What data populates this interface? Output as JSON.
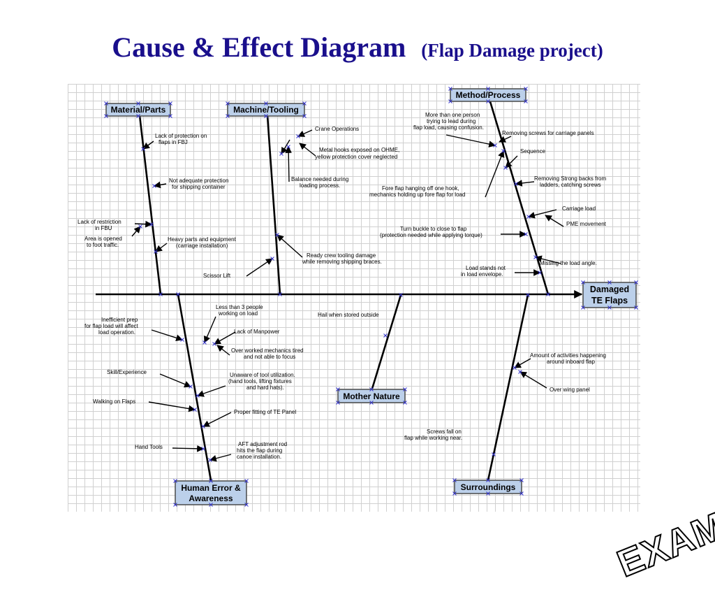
{
  "title": {
    "main": "Cause & Effect Diagram",
    "sub": "(Flap Damage project)"
  },
  "effect": [
    "Damaged",
    "TE Flaps"
  ],
  "categories": {
    "material": [
      "Material/Parts"
    ],
    "machine": [
      "Machine/Tooling"
    ],
    "method": [
      "Method/Process"
    ],
    "human": [
      "Human Error &",
      "Awareness"
    ],
    "nature": [
      "Mother Nature"
    ],
    "surroundings": [
      "Surroundings"
    ]
  },
  "causes": {
    "m1": [
      "Lack of protection on",
      "flaps in FBJ"
    ],
    "m2": [
      "Not adequate protection",
      "for shipping container"
    ],
    "m3": [
      "Lack of restriction",
      "in FBU"
    ],
    "m4": [
      "Area is opened",
      "to foot traffic."
    ],
    "m5": [
      "Heavy parts and equipment",
      "(carriage installation)"
    ],
    "t1": [
      "Crane Operations"
    ],
    "t2": [
      "Metal hooks exposed on OHME,",
      "yellow protection cover neglected"
    ],
    "t3": [
      "Balance needed during",
      "loading process."
    ],
    "t4": [
      "Ready crew tooling damage",
      "while removing shipping braces."
    ],
    "t5": [
      "Scissor Lift"
    ],
    "p1": [
      "More than one person",
      "trying to lead during",
      "flap load, causing confusion."
    ],
    "p2": [
      "Removing screws for carriage panels"
    ],
    "p3": [
      "Sequence"
    ],
    "p4": [
      "Removing Strong backs from",
      "ladders, catching screws"
    ],
    "p5": [
      "Fore flap hanging off one hook,",
      "mechanics holding up fore flap for load"
    ],
    "p6": [
      "Carriage load"
    ],
    "p7": [
      "PME movement"
    ],
    "p8": [
      "Turn buckle to close to flap",
      "(protection needed while applying torque)"
    ],
    "p9": [
      "Missing the load angle."
    ],
    "p10": [
      "Load stands not",
      "in load envelope."
    ],
    "h1": [
      "Inefficient prep",
      "for flap load will affect",
      "load operation."
    ],
    "h2": [
      "Less than 3 people",
      "working on load"
    ],
    "h3": [
      "Lack of Manpower"
    ],
    "h4": [
      "Over worked mechanics tired",
      "and not able to focus"
    ],
    "h5": [
      "Skill/Experience"
    ],
    "h6": [
      "Unaware of tool utilization.",
      "(hand tools, lifting fixtures",
      "and hard hats)."
    ],
    "h7": [
      "Walking on Flaps"
    ],
    "h8": [
      "Proper fitting of TE Panel"
    ],
    "h9": [
      "Hand Tools"
    ],
    "h10": [
      "AFT adjustment rod",
      "hits the flap during",
      "canoe installation."
    ],
    "n1": [
      "Hail when stored outside"
    ],
    "s1": [
      "Amount of activities happening",
      "around inboard flap"
    ],
    "s2": [
      "Over wing panel"
    ],
    "s3": [
      "Screws fall on",
      "flap while working near."
    ]
  },
  "watermark": "EXAMPLE"
}
